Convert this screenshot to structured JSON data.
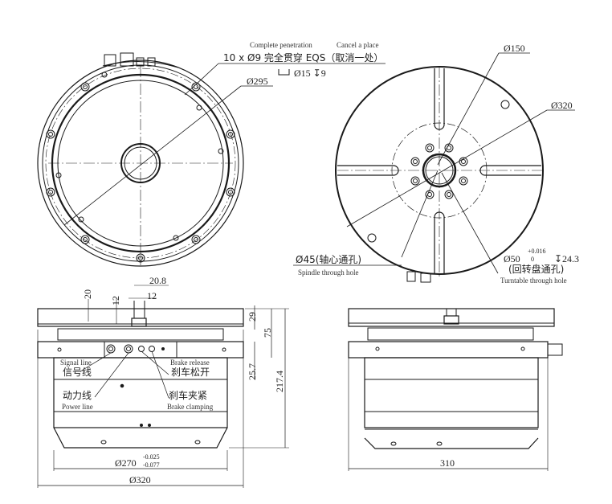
{
  "drawing": {
    "type": "engineering-drawing",
    "subject": "hollow rotary platform / turntable",
    "views": [
      "bottom-view",
      "top-view",
      "front-section",
      "side-view"
    ]
  },
  "top_left_view": {
    "callout_bolt": {
      "en_left": "Complete penetration",
      "en_right": "Cancel a place",
      "main": "10 x Ø9 完全贯穿 EQS（取消一处）",
      "counterbore": "Ø15 ↧9"
    },
    "dia_295": "Ø295"
  },
  "top_right_view": {
    "dia_150": "Ø150",
    "dia_320": "Ø320",
    "spindle_hole": {
      "cn": "Ø45(轴心通孔)",
      "en": "Spindle through hole"
    },
    "turntable_hole": {
      "dia": "Ø50",
      "tol_upper": "+0.016",
      "tol_lower": "0",
      "depth": "↧24.3",
      "cn": "(回转盘通孔)",
      "en": "Turntable through hole"
    }
  },
  "front_view": {
    "dim_20_8": "20.8",
    "dim_20": "20",
    "dim_12a": "12",
    "dim_12b": "12",
    "dim_29": "29",
    "dim_75": "75",
    "dim_25_7": "25.7",
    "dim_217_4": "217.4",
    "signal_line": {
      "en": "Signal line",
      "cn": "信号线"
    },
    "power_line": {
      "cn": "动力线",
      "en": "Power line"
    },
    "brake_release": {
      "en": "Brake release",
      "cn": "刹车松开"
    },
    "brake_clamping": {
      "cn": "刹车夹紧",
      "en": "Brake clamping"
    },
    "dia_270": "Ø270",
    "tol_270_upper": "-0.025",
    "tol_270_lower": "-0.077",
    "dia_320": "Ø320"
  },
  "side_view": {
    "width_310": "310"
  },
  "colors": {
    "line": "#1a1a1a",
    "paper": "#ffffff"
  }
}
